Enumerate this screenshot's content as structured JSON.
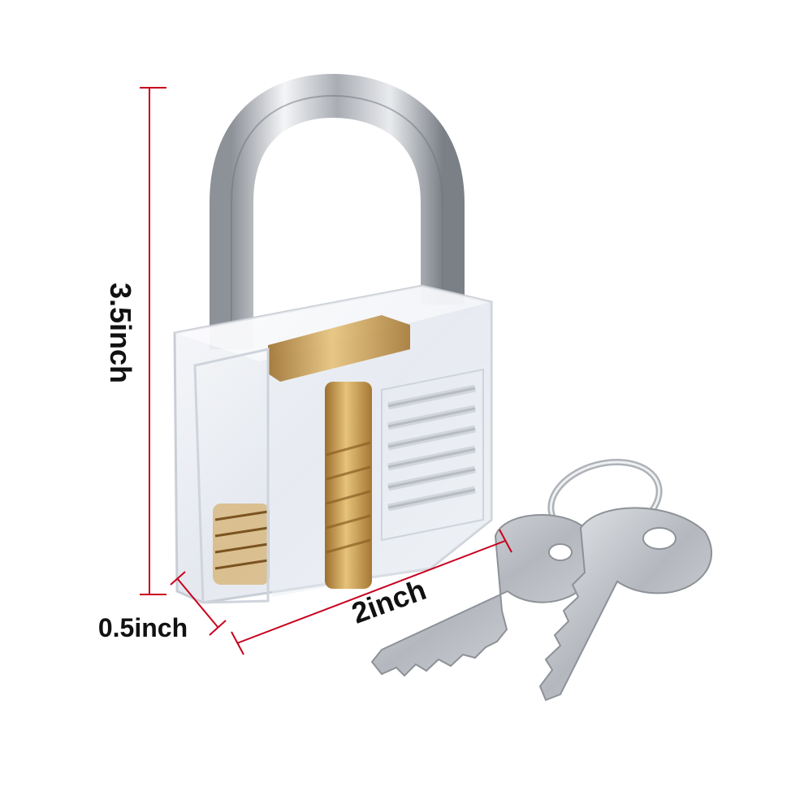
{
  "dimensions": {
    "height_label": "3.5inch",
    "width_label": "2inch",
    "depth_label": "0.5inch"
  },
  "colors": {
    "dimension_line": "#c8001e",
    "shackle": "#b8bcc2",
    "brass": "#c9a05a",
    "body": "#eef1f5",
    "key_metal": "#c4c7cc"
  },
  "icons": {
    "padlock": "transparent-practice-padlock",
    "keys": "two-keys-on-ring"
  }
}
